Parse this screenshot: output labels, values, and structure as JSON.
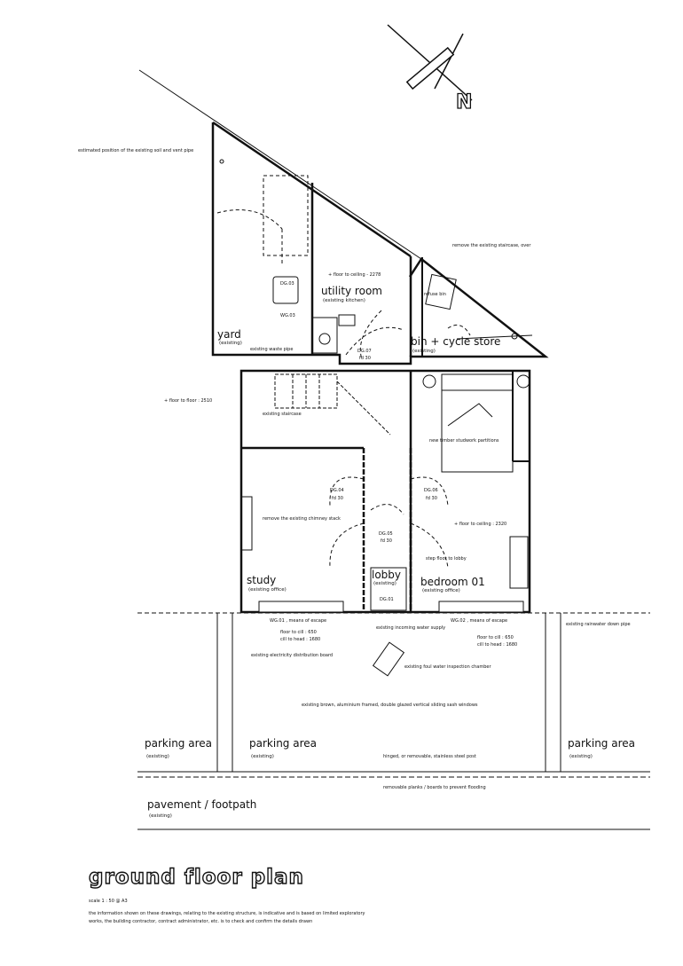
{
  "title": "ground floor plan",
  "scale": "scale 1 : 50 @ A3",
  "disclaimer": [
    "the information shown on these drawings, relating to the existing structure, is indicative and is based on limited exploratory",
    "works, the building contractor, contract administrator, etc. is to check and confirm the details drawn"
  ],
  "north_label": "N",
  "rooms": {
    "utility": {
      "name": "utility room",
      "sub": "(existing kitchen)"
    },
    "yard": {
      "name": "yard",
      "sub": "(existing)"
    },
    "bin": {
      "name": "bin + cycle store",
      "sub": "(existing)"
    },
    "study": {
      "name": "study",
      "sub": "(existing office)"
    },
    "lobby": {
      "name": "lobby",
      "sub": "(existing)"
    },
    "bedroom": {
      "name": "bedroom 01",
      "sub": "(existing office)"
    },
    "parking_left": {
      "name": "parking area",
      "sub": "(existing)"
    },
    "parking_mid": {
      "name": "parking area",
      "sub": "(existing)"
    },
    "parking_right": {
      "name": "parking area",
      "sub": "(existing)"
    },
    "pavement": {
      "name": "pavement / footpath",
      "sub": "(existing)"
    }
  },
  "annotations": {
    "soil_pipe": "estimated position of the existing soil and vent pipe",
    "remove_staircase": "remove the existing staircase, over",
    "floor_ceiling_1": "+ floor to ceiling - 2278",
    "waste_pipe": "existing waste pipe",
    "refuse_bin": "refuse bin",
    "floor_to_floor": "+ floor to floor : 2510",
    "existing_staircase": "existing staircase",
    "stud_partitions": "new timber studwork partitions",
    "remove_chimney": "remove the existing chimney stack",
    "floor_ceiling_2": "+ floor to ceiling : 2320",
    "step_lobby": "step floor to lobby",
    "escape_left": "WG.01 , means of escape",
    "escape_right": "WG.02 , means of escape",
    "cill_left_1": "floor to cill : 650",
    "cill_left_2": "cill to head : 1680",
    "cill_right_1": "floor to cill : 650",
    "cill_right_2": "cill to head : 1680",
    "water_supply": "existing incoming water supply",
    "rainwater_pipe": "existing rainwater down pipe",
    "electricity_board": "existing electricity distribution board",
    "foul_water": "existing foul water inspection chamber",
    "sliding_windows": "existing brown, aluminium framed, double glazed vertical sliding sash windows",
    "steel_post": "hinged, or removable, stainless steel post",
    "flood_boards": "removable planks / boards to prevent flooding"
  },
  "tags": {
    "dg03": "DG.03",
    "wg03": "WG.03",
    "dg07": "DG.07",
    "fd30_a": "fd 30",
    "dg04": "DG.04",
    "fd30_b": "fd 30",
    "dg06": "DG.06",
    "fd30_c": "fd 30",
    "dg05": "DG.05",
    "fd30_d": "fd 30",
    "dg01": "DG.01"
  }
}
